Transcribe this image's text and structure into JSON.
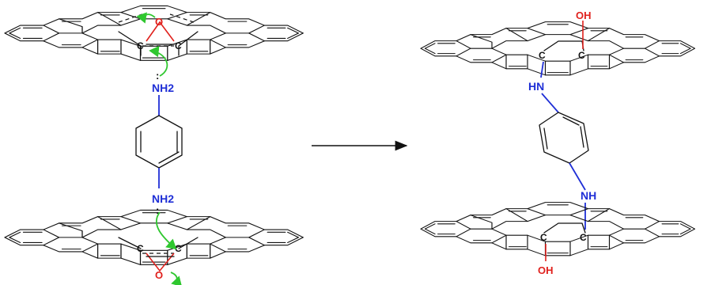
{
  "reactants": {
    "top_sheet": {
      "epoxide_oxygen": "O",
      "carbons": [
        "C",
        "C"
      ]
    },
    "linker": {
      "amine_top": "NH2",
      "amine_bottom": "NH2",
      "lone_pair": ":"
    },
    "bottom_sheet": {
      "epoxide_oxygen": "O",
      "carbons": [
        "C",
        "C"
      ]
    }
  },
  "arrow": "reaction-arrow",
  "products": {
    "top_sheet": {
      "hydroxyl": "OH",
      "carbons": [
        "C",
        "C"
      ]
    },
    "linker": {
      "amine_top": "HN",
      "amine_bottom": "NH"
    },
    "bottom_sheet": {
      "hydroxyl": "OH",
      "carbons": [
        "C",
        "C"
      ]
    }
  },
  "colors": {
    "bond": "#111111",
    "nitrogen": "#1f2fd6",
    "oxygen": "#e0211d",
    "curly_arrow": "#2fc72f"
  }
}
